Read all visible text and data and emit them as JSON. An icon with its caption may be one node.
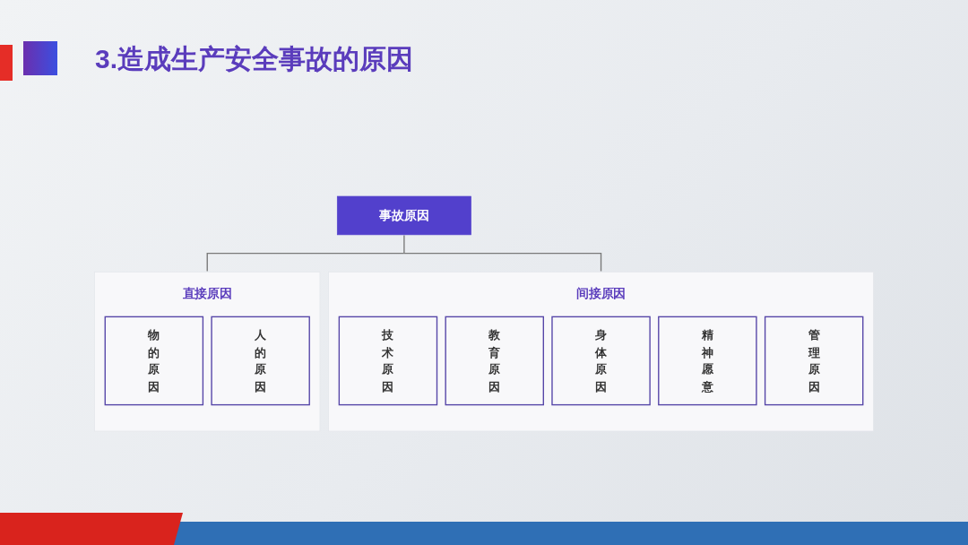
{
  "diagram": {
    "title": "3.造成生产安全事故的原因",
    "nodes": [
      {
        "text": [
          "事故原因"
        ]
      },
      {
        "text": [
          "直接原因"
        ]
      },
      {
        "text": [
          "物的原因"
        ],
        "in": 1
      },
      {
        "text": [
          "人的原因"
        ],
        "in": 1
      },
      {
        "text": [
          "间接原因"
        ]
      },
      {
        "text": [
          "技术原因"
        ],
        "in": 4
      },
      {
        "text": [
          "教育原因"
        ],
        "in": 4
      },
      {
        "text": [
          "身体原因"
        ],
        "in": 4
      },
      {
        "text": [
          "精神愿意"
        ],
        "in": 4
      },
      {
        "text": [
          "管理原因"
        ],
        "in": 4
      }
    ],
    "edges": [
      {
        "from": 0,
        "to": 1,
        "arrow": "none"
      },
      {
        "from": 0,
        "to": 4,
        "arrow": "none"
      }
    ]
  }
}
